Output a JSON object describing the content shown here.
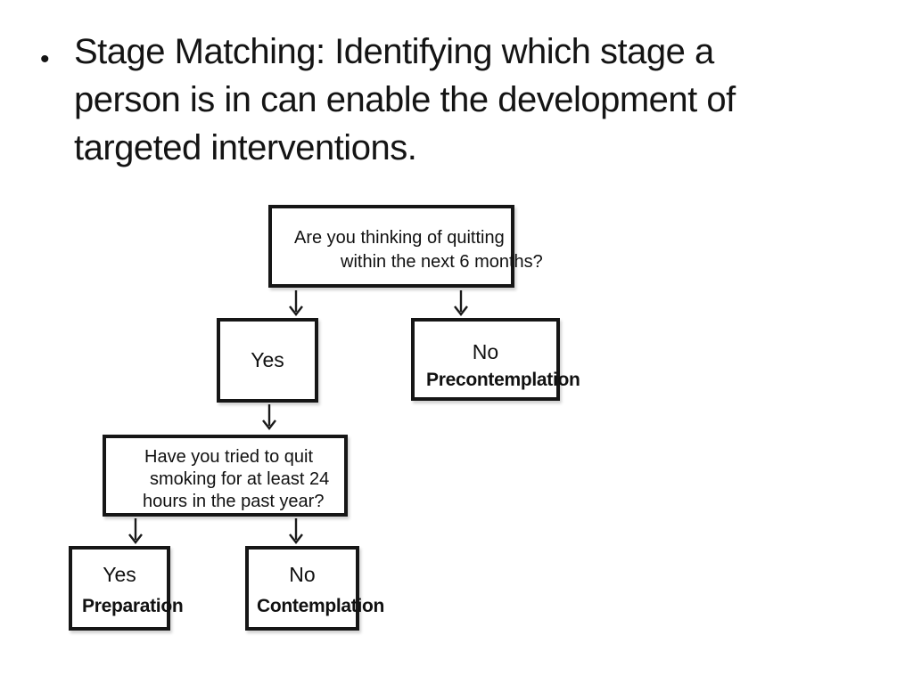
{
  "slide": {
    "bullet": {
      "marker": "•",
      "lines": [
        "Stage Matching: Identifying which stage a",
        "person is in can enable the development of",
        "targeted interventions."
      ]
    },
    "flowchart": {
      "q1": {
        "line1": "Are you thinking of quitting",
        "line2": "within the next 6 months?"
      },
      "yes1": {
        "label": "Yes"
      },
      "no1": {
        "label": "No",
        "stage": "Precontemplation"
      },
      "q2": {
        "line1": "Have you tried to quit",
        "line2": "smoking for at least 24",
        "line3": "hours in the past year?"
      },
      "yes2": {
        "label": "Yes",
        "stage": "Preparation"
      },
      "no2": {
        "label": "No",
        "stage": "Contemplation"
      }
    },
    "colors": {
      "background": "#ffffff",
      "text": "#141414",
      "box_border": "#161616"
    }
  }
}
